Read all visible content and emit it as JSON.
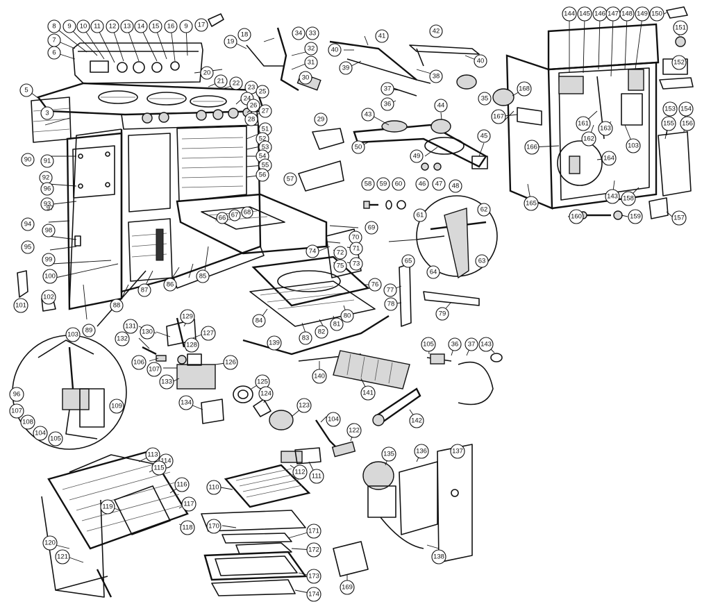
{
  "labels": {
    "l5": "5",
    "l6": "6",
    "l7": "7",
    "l8": "8",
    "l9": "9",
    "l10": "10",
    "l11": "11",
    "l12": "12",
    "l13": "13",
    "l14": "14",
    "l15": "15",
    "l16": "16",
    "l9b": "9",
    "l17": "17",
    "l18": "18",
    "l19": "19",
    "l20": "20",
    "l21": "21",
    "l22": "22",
    "l23": "23",
    "l24": "24",
    "l25": "25",
    "l26": "26",
    "l27": "27",
    "l28": "28",
    "l51": "51",
    "l52": "52",
    "l53": "53",
    "l54": "54",
    "l55": "55",
    "l56": "56",
    "l57": "57",
    "l3": "3",
    "l90": "90",
    "l91": "91",
    "l92": "92",
    "l96": "96",
    "l93": "93",
    "l97": "97",
    "l94": "94",
    "l98": "98",
    "l95": "95",
    "l99": "99",
    "l100": "100",
    "l101": "101",
    "l102": "102",
    "l89": "89",
    "l88": "88",
    "l87": "87",
    "l86": "86",
    "l85": "85",
    "l66": "66",
    "l67": "67",
    "l68": "68",
    "l34": "34",
    "l33": "33",
    "l32": "32",
    "l31": "31",
    "l30": "30",
    "l41": "41",
    "l40": "40",
    "l39": "39",
    "l42": "42",
    "l40b": "40",
    "l38": "38",
    "l37": "37",
    "l36": "36",
    "l35": "35",
    "l29": "29",
    "l43": "43",
    "l44": "44",
    "l50": "50",
    "l49": "49",
    "l45": "45",
    "l46": "46",
    "l47": "47",
    "l48": "48",
    "l58": "58",
    "l59": "59",
    "l60": "60",
    "l61": "61",
    "l62": "62",
    "l65": "65",
    "l64": "64",
    "l63": "63",
    "l69": "69",
    "l70": "70",
    "l74": "74",
    "l72": "72",
    "l71": "71",
    "l75": "75",
    "l73": "73",
    "l76": "76",
    "l77": "77",
    "l78": "78",
    "l79": "79",
    "l84": "84",
    "l83": "83",
    "l82": "82",
    "l81": "81",
    "l80": "80",
    "l139": "139",
    "l140": "140",
    "l141": "141",
    "l142": "142",
    "l105": "105",
    "l36b": "36",
    "l37b": "37",
    "l143": "143",
    "l144": "144",
    "l145": "145",
    "l146": "146",
    "l147": "147",
    "l148": "148",
    "l149": "149",
    "l150": "150",
    "l151": "151",
    "l152": "152",
    "l168": "168",
    "l167": "167",
    "l161": "161",
    "l162": "162",
    "l163": "163",
    "l103": "103",
    "l166": "166",
    "l164": "164",
    "l153": "153",
    "l154": "154",
    "l155": "155",
    "l156": "156",
    "l143b": "143",
    "l158": "158",
    "l165": "165",
    "l160": "160",
    "l159": "159",
    "l157": "157",
    "l131": "131",
    "l130": "130",
    "l129": "129",
    "l127": "127",
    "l132": "132",
    "l128": "128",
    "l106": "106",
    "l107": "107",
    "l126": "126",
    "l133": "133",
    "l125": "125",
    "l124": "124",
    "l123": "123",
    "l134": "134",
    "l103b": "103",
    "l96b": "96",
    "l107b": "107",
    "l108": "108",
    "l104": "104",
    "l105b": "105",
    "l109": "109",
    "l104b": "104",
    "l122": "122",
    "l113": "113",
    "l114": "114",
    "l115": "115",
    "l116": "116",
    "l117": "117",
    "l118": "118",
    "l119": "119",
    "l120": "120",
    "l121": "121",
    "l110": "110",
    "l112": "112",
    "l111": "111",
    "l170": "170",
    "l171": "171",
    "l172": "172",
    "l173": "173",
    "l174": "174",
    "l135": "135",
    "l136": "136",
    "l137": "137",
    "l138": "138",
    "l169": "169"
  }
}
